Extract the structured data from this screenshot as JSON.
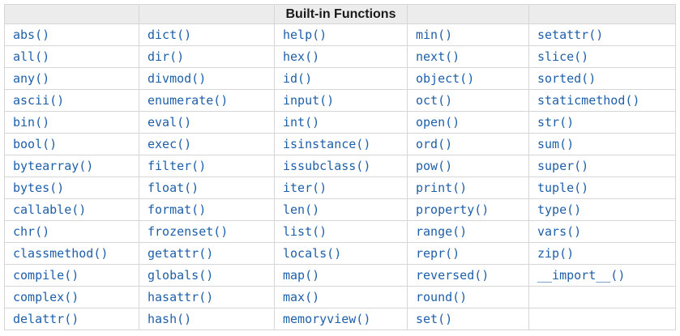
{
  "table": {
    "title": "Built-in Functions",
    "row_count": 14,
    "columns": [
      [
        "abs()",
        "all()",
        "any()",
        "ascii()",
        "bin()",
        "bool()",
        "bytearray()",
        "bytes()",
        "callable()",
        "chr()",
        "classmethod()",
        "compile()",
        "complex()",
        "delattr()"
      ],
      [
        "dict()",
        "dir()",
        "divmod()",
        "enumerate()",
        "eval()",
        "exec()",
        "filter()",
        "float()",
        "format()",
        "frozenset()",
        "getattr()",
        "globals()",
        "hasattr()",
        "hash()"
      ],
      [
        "help()",
        "hex()",
        "id()",
        "input()",
        "int()",
        "isinstance()",
        "issubclass()",
        "iter()",
        "len()",
        "list()",
        "locals()",
        "map()",
        "max()",
        "memoryview()"
      ],
      [
        "min()",
        "next()",
        "object()",
        "oct()",
        "open()",
        "ord()",
        "pow()",
        "print()",
        "property()",
        "range()",
        "repr()",
        "reversed()",
        "round()",
        "set()"
      ],
      [
        "setattr()",
        "slice()",
        "sorted()",
        "staticmethod()",
        "str()",
        "sum()",
        "super()",
        "tuple()",
        "type()",
        "vars()",
        "zip()",
        "__import__()",
        "",
        ""
      ]
    ]
  },
  "colors": {
    "header_bg": "#ececec",
    "border": "#d6d6d6",
    "link": "#1e5fa9",
    "header_text": "#1a1a1a",
    "page_bg": "#ffffff"
  }
}
